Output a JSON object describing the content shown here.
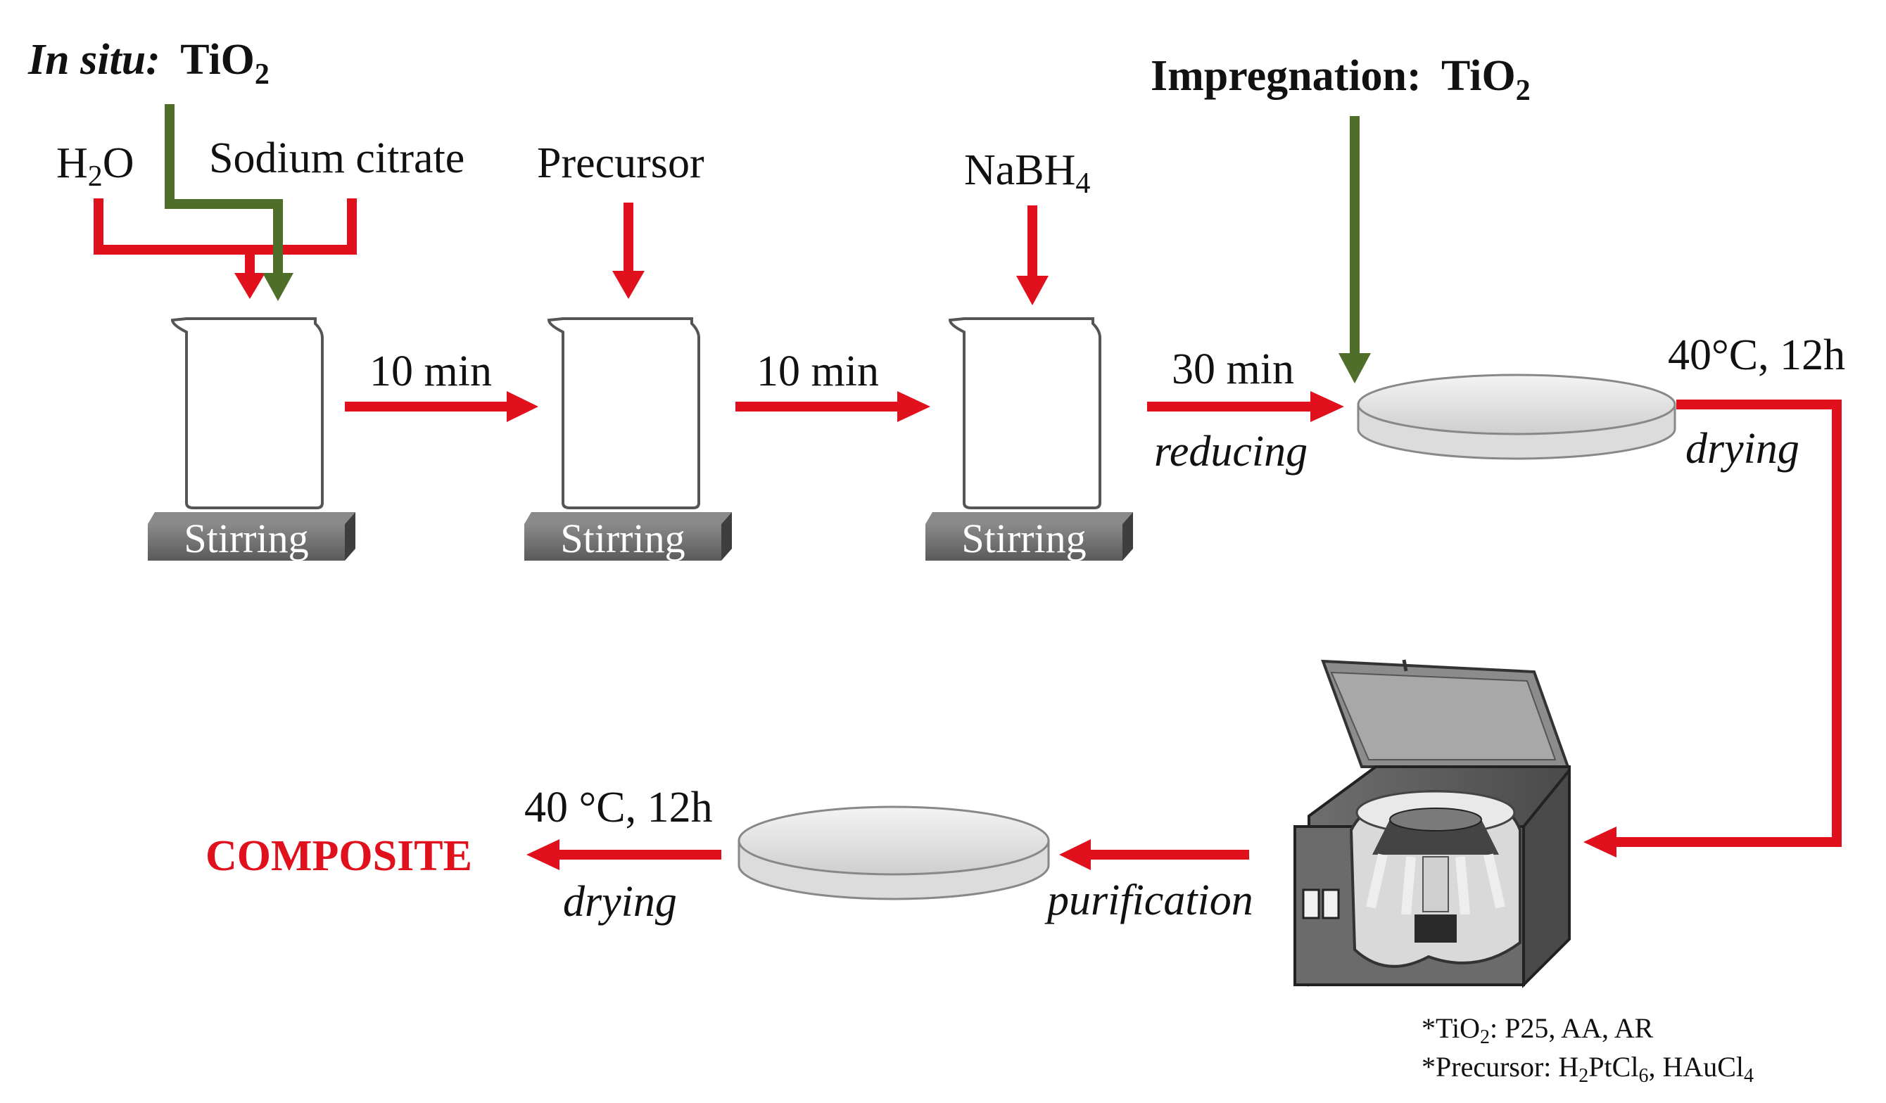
{
  "in_situ": {
    "prefix": "In situ:",
    "label": "TiO",
    "sub": "2"
  },
  "impregnation": {
    "prefix": "Impregnation:",
    "label": "TiO",
    "sub": "2"
  },
  "inputs": {
    "water": {
      "main_a": "H",
      "sub": "2",
      "main_b": "O"
    },
    "sodium_citrate": "Sodium citrate",
    "precursor": "Precursor",
    "nabh4": {
      "main": "NaBH",
      "sub": "4"
    }
  },
  "stirring_label": "Stirring",
  "steps": {
    "step1_time": "10 min",
    "step2_time": "10 min",
    "step3_time": "30 min",
    "step3_action": "reducing",
    "dry1_cond": "40°C, 12h",
    "dry1_action": "drying",
    "purification": "purification",
    "dry2_cond": "40 °C, 12h",
    "dry2_action": "drying"
  },
  "result": "COMPOSITE",
  "footnotes": {
    "tio2": {
      "star": "*TiO",
      "sub": "2",
      "rest": ": P25, AA, AR"
    },
    "precursor": {
      "star": "*Precursor: H",
      "sub1": "2",
      "mid": "PtCl",
      "sub2": "6",
      "rest": ", HAuCl",
      "sub3": "4"
    }
  },
  "colors": {
    "red_arrow": "#e0101c",
    "green_arrow": "#4e6e2a",
    "plate": "#555555"
  }
}
